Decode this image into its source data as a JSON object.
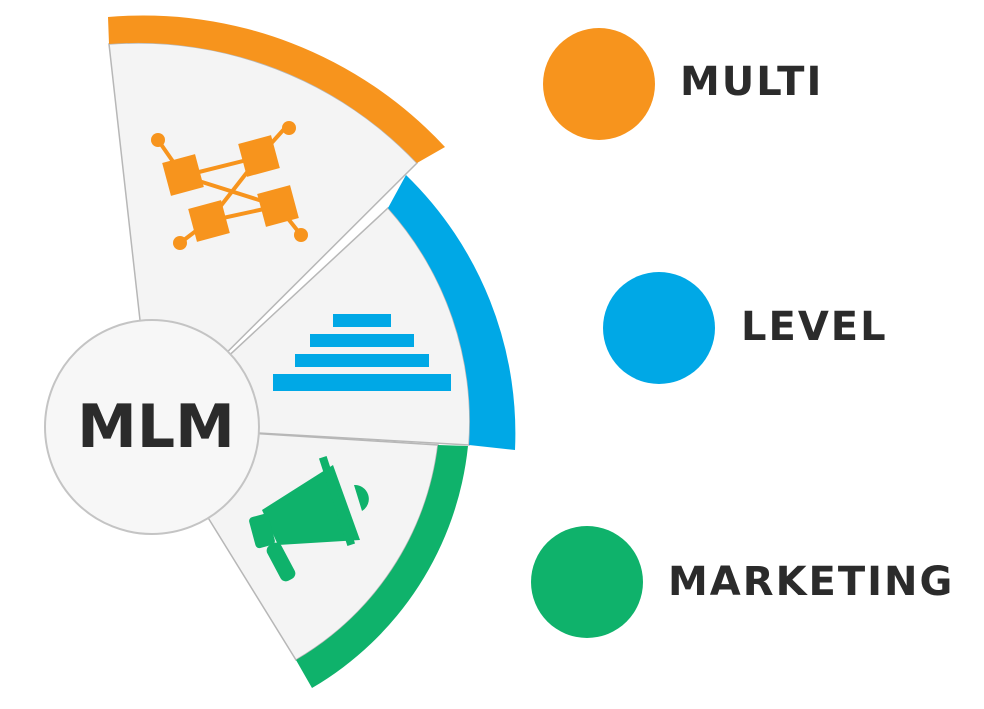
{
  "center_label": "MLM",
  "segments": [
    {
      "label": "MULTI",
      "color": "#f7941d",
      "icon": "network-nodes-icon"
    },
    {
      "label": "LEVEL",
      "color": "#00a8e6",
      "icon": "pyramid-steps-icon"
    },
    {
      "label": "MARKETING",
      "color": "#0fb26b",
      "icon": "megaphone-icon"
    }
  ]
}
